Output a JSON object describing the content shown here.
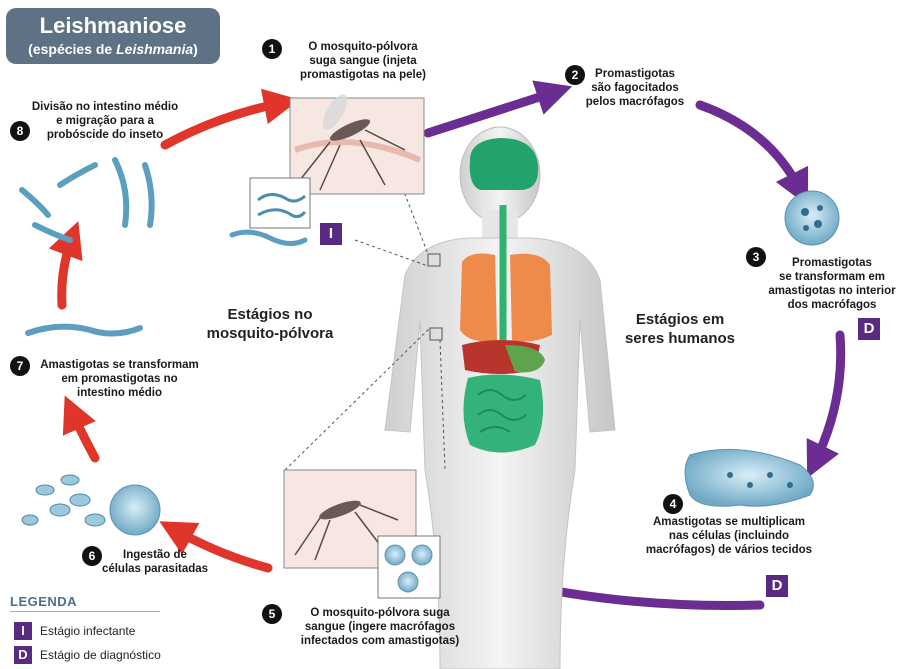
{
  "title": {
    "main": "Leishmaniose",
    "sub_prefix": "(espécies de ",
    "sub_italic": "Leishmania",
    "sub_suffix": ")"
  },
  "regions": {
    "mosquito": "Estágios no\nmosquito-pólvora",
    "human": "Estágios em\nseres humanos"
  },
  "steps": [
    {
      "number": "1",
      "text": "O mosquito-pólvora\nsuga sangue (injeta\npromastigotas na pele)"
    },
    {
      "number": "2",
      "text": "Promastigotas\nsão fagocitados\npelos macrófagos"
    },
    {
      "number": "3",
      "text": "Promastigotas\nse transformam em\namastigotas no interior\ndos macrófagos"
    },
    {
      "number": "4",
      "text": "Amastigotas  se multiplicam\nnas células (incluindo\nmacrófagos) de vários tecidos"
    },
    {
      "number": "5",
      "text": "O mosquito-pólvora suga\nsangue (ingere macrófagos\ninfectados com amastigotas)"
    },
    {
      "number": "6",
      "text": "Ingestão de\ncélulas parasitadas"
    },
    {
      "number": "7",
      "text": "Amastigotas  se transformam\nem promastigotas no\nintestino médio"
    },
    {
      "number": "8",
      "text": "Divisão no intestino médio\ne migração para a\nprobóscide do inseto"
    }
  ],
  "badges": {
    "infective": "I",
    "diagnostic": "D"
  },
  "legend": {
    "title": "LEGENDA",
    "items": [
      {
        "badge": "I",
        "label": "Estágio infectante"
      },
      {
        "badge": "D",
        "label": "Estágio de diagnóstico"
      }
    ]
  },
  "colors": {
    "title_bg": "#5f7184",
    "badge": "#5a2a83",
    "arrow_red": "#e0352b",
    "arrow_purple": "#6b2d91"
  }
}
